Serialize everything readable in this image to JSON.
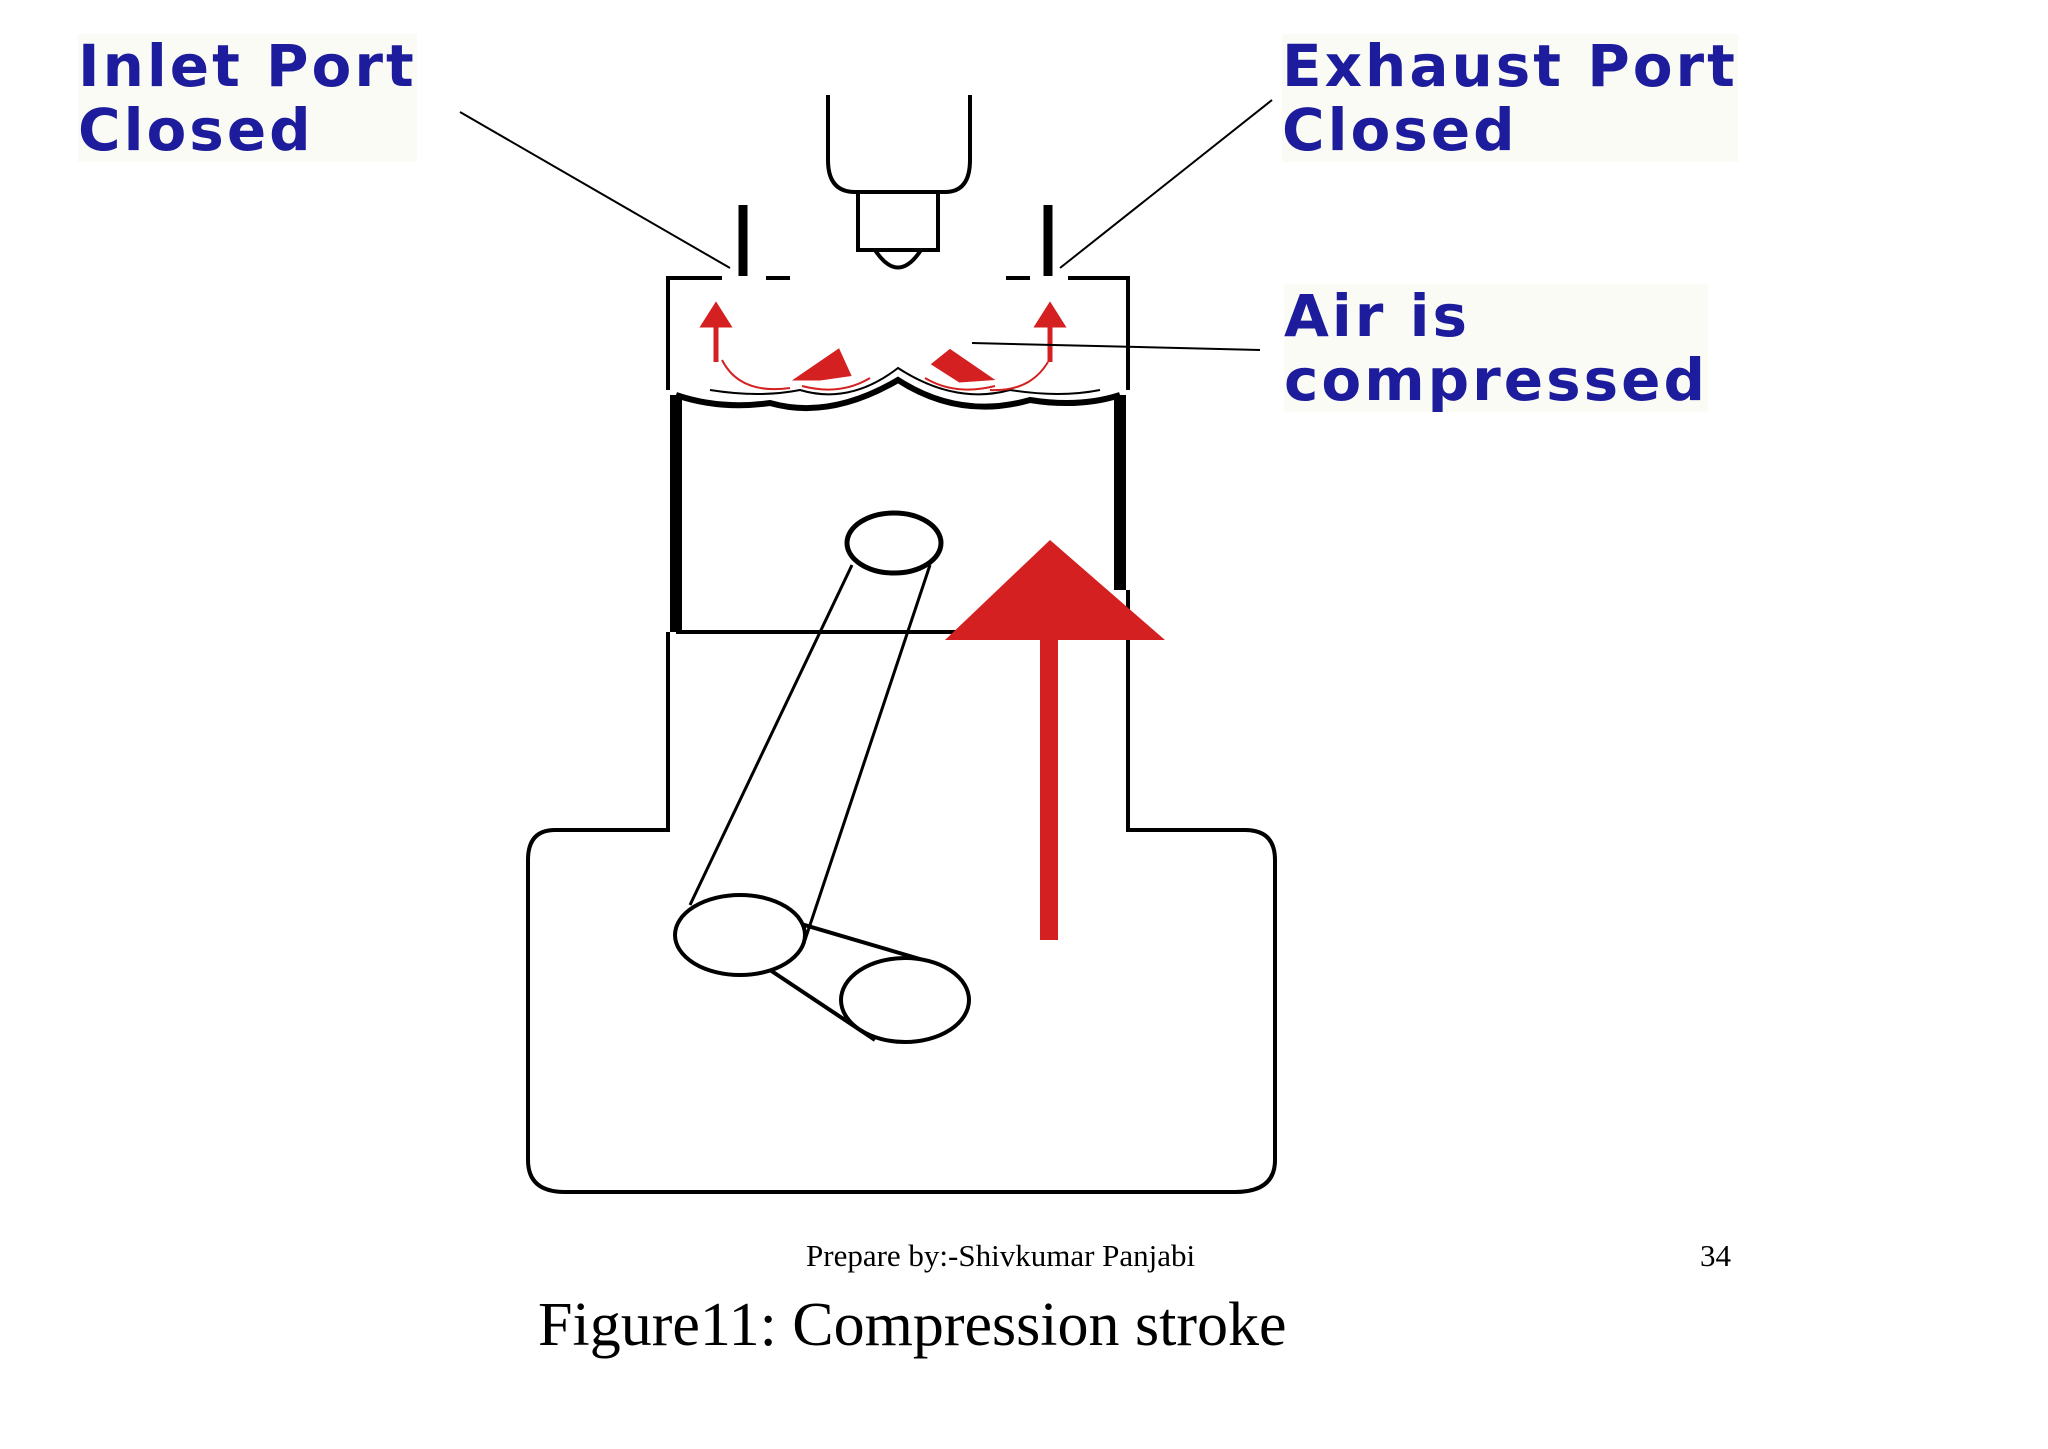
{
  "labels": {
    "inlet": "Inlet Port\nClosed",
    "exhaust": "Exhaust Port\nClosed",
    "air": "Air is\ncompressed"
  },
  "footer": {
    "author": "Prepare by:-Shivkumar Panjabi",
    "page_number": "34"
  },
  "caption": "Figure11: Compression stroke",
  "colors": {
    "label_text": "#1c1c9c",
    "arrow_red": "#d42020",
    "outline": "#000000"
  }
}
